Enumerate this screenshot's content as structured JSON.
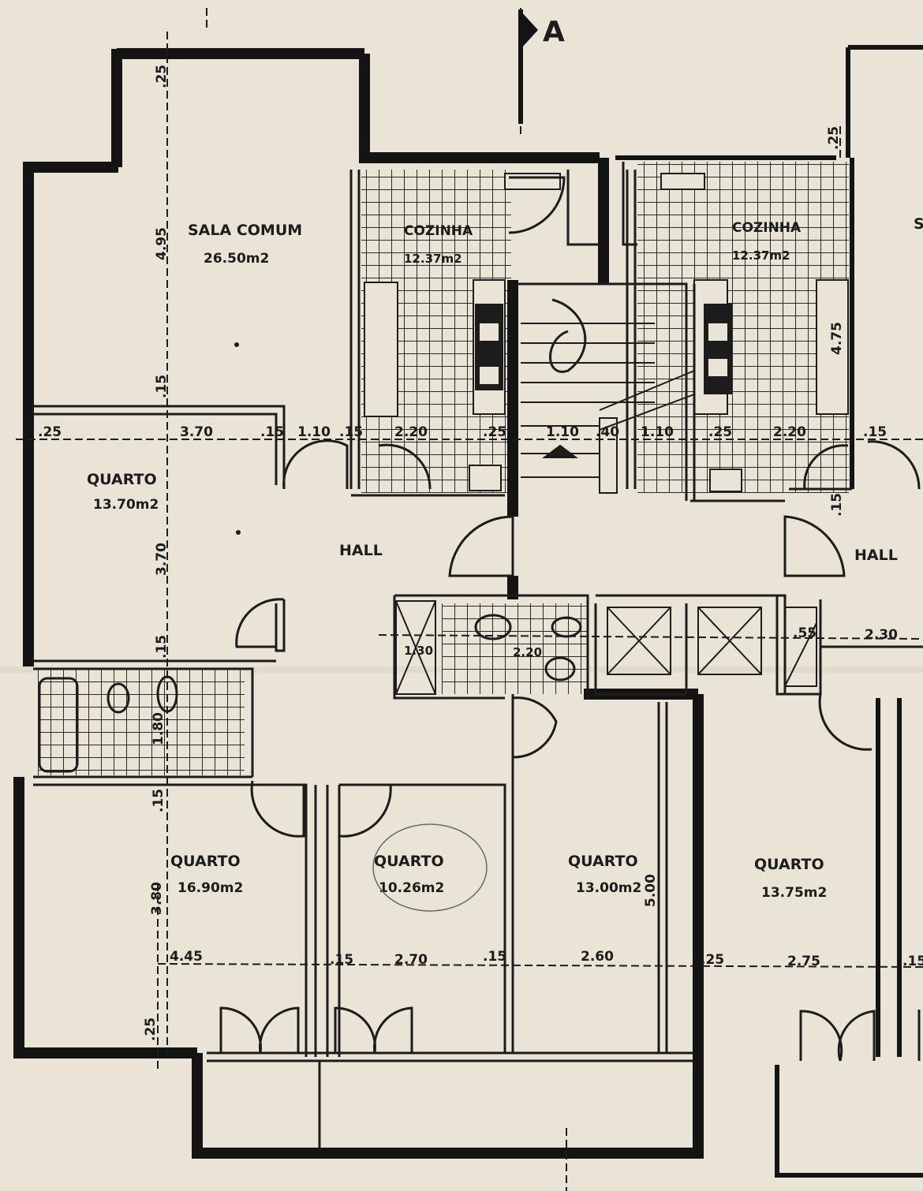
{
  "section_marker": "A",
  "rooms": [
    {
      "id": "sala",
      "name": "SALA COMUM",
      "area": "26.50m2"
    },
    {
      "id": "cozinha_left",
      "name": "COZINHA",
      "area": "12.37m2"
    },
    {
      "id": "cozinha_right",
      "name": "COZINHA",
      "area": "12.37m2"
    },
    {
      "id": "quarto_a",
      "name": "QUARTO",
      "area": "13.70m2"
    },
    {
      "id": "hall_left",
      "name": "HALL"
    },
    {
      "id": "hall_right",
      "name": "HALL"
    },
    {
      "id": "quarto_b",
      "name": "QUARTO",
      "area": "16.90m2"
    },
    {
      "id": "quarto_c",
      "name": "QUARTO",
      "area": "10.26m2"
    },
    {
      "id": "quarto_d",
      "name": "QUARTO",
      "area": "13.00m2"
    },
    {
      "id": "quarto_e",
      "name": "QUARTO",
      "area": "13.75m2"
    }
  ],
  "room_partial": "S",
  "dimensions": {
    "v_top": ".25",
    "v_sala": "4.95",
    "v_15a": ".15",
    "v_quarto": "3.70",
    "v_15b": ".15",
    "v_bath": "1.80",
    "v_15c": ".15",
    "v_lower": "3.80",
    "v_bottom": ".25",
    "v_kitchen": "4.75",
    "v_mid": "5.00",
    "v_topright": ".25",
    "v_small_right": ".15",
    "row1": [
      ".25",
      "3.70",
      ".15",
      "1.10",
      ".15",
      "2.20",
      ".25",
      "1.10",
      ".40",
      "1.10",
      ".25",
      "2.20",
      ".15"
    ],
    "row2": [
      "1.30",
      "2.20",
      ".55",
      "2.30"
    ],
    "row3": [
      "4.45",
      ".15",
      "2.70",
      ".15",
      "2.60",
      ".25",
      "2.75",
      ".15"
    ]
  }
}
